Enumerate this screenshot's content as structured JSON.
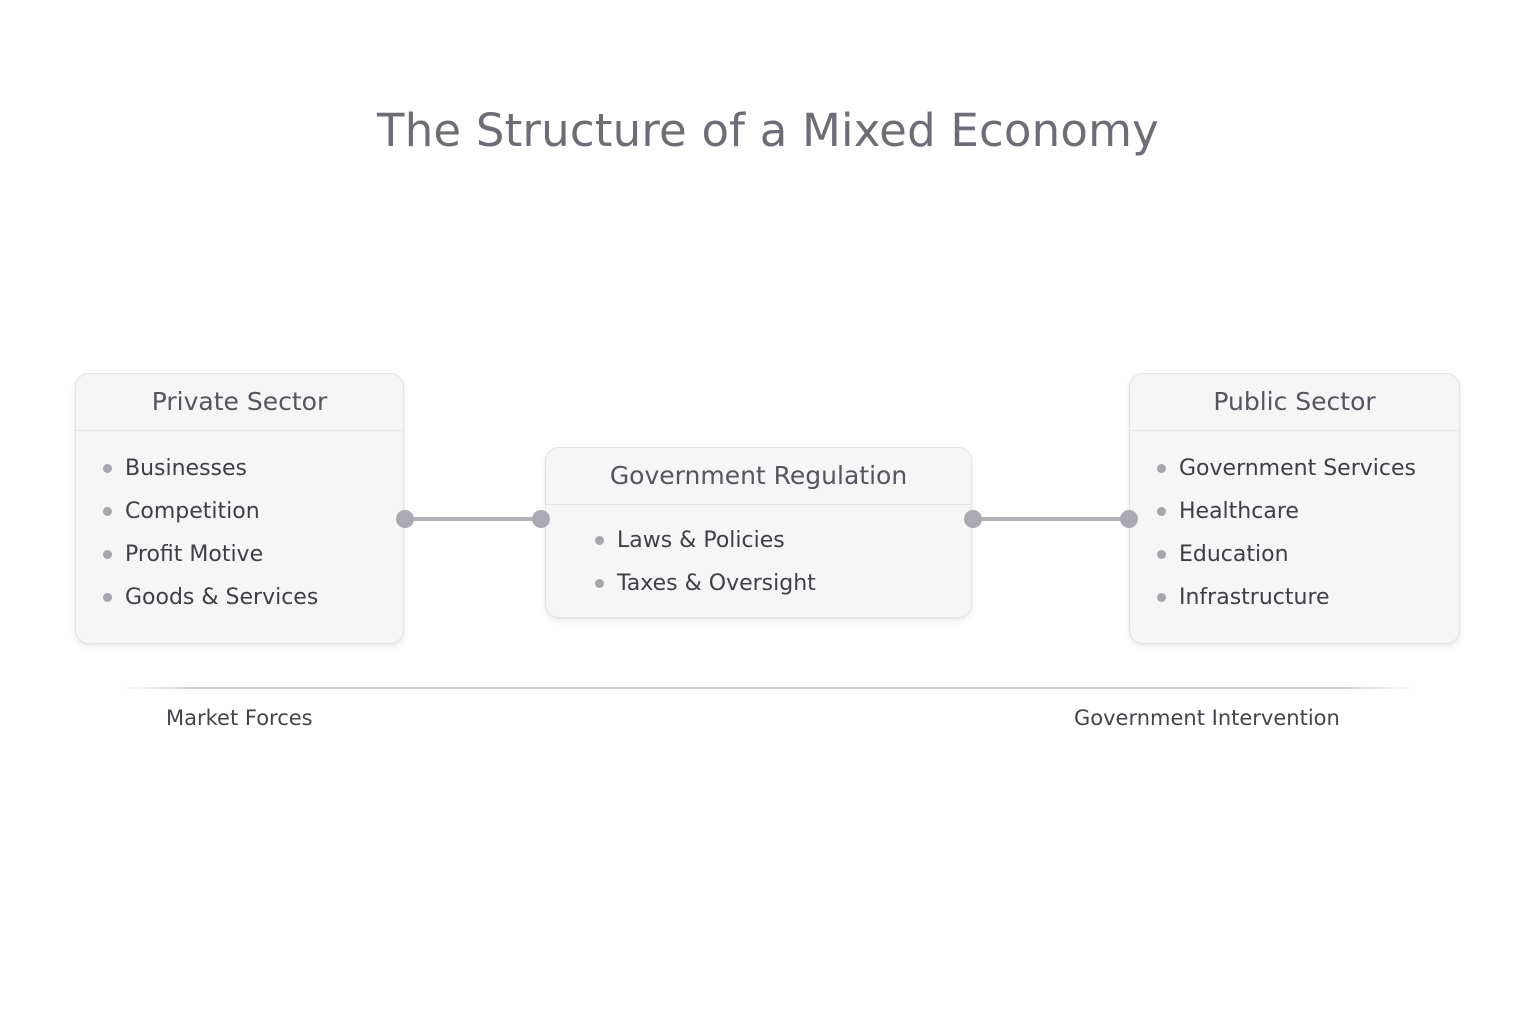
{
  "page": {
    "title": "The Structure of a Mixed Economy",
    "background_color": "#ffffff",
    "title_color": "#6d6d78"
  },
  "diagram": {
    "type": "three-node-linked-concept-diagram",
    "accent_color": "#aaaab2",
    "card_fill": "#f6f6f7",
    "card_border": "#e3e3e7",
    "nodes": [
      {
        "id": "private-sector",
        "title": "Private Sector",
        "items": [
          "Businesses",
          "Competition",
          "Profit Motive",
          "Goods & Services"
        ]
      },
      {
        "id": "government-regulation",
        "title": "Government Regulation",
        "items": [
          "Laws & Policies",
          "Taxes & Oversight"
        ]
      },
      {
        "id": "public-sector",
        "title": "Public Sector",
        "items": [
          "Government Services",
          "Healthcare",
          "Education",
          "Infrastructure"
        ]
      }
    ],
    "connectors": [
      {
        "id": "private-to-regulation",
        "from": "private-sector",
        "to": "government-regulation"
      },
      {
        "id": "regulation-to-public",
        "from": "government-regulation",
        "to": "public-sector"
      }
    ]
  },
  "axis": {
    "left_label": "Market Forces",
    "right_label": "Government Intervention"
  }
}
